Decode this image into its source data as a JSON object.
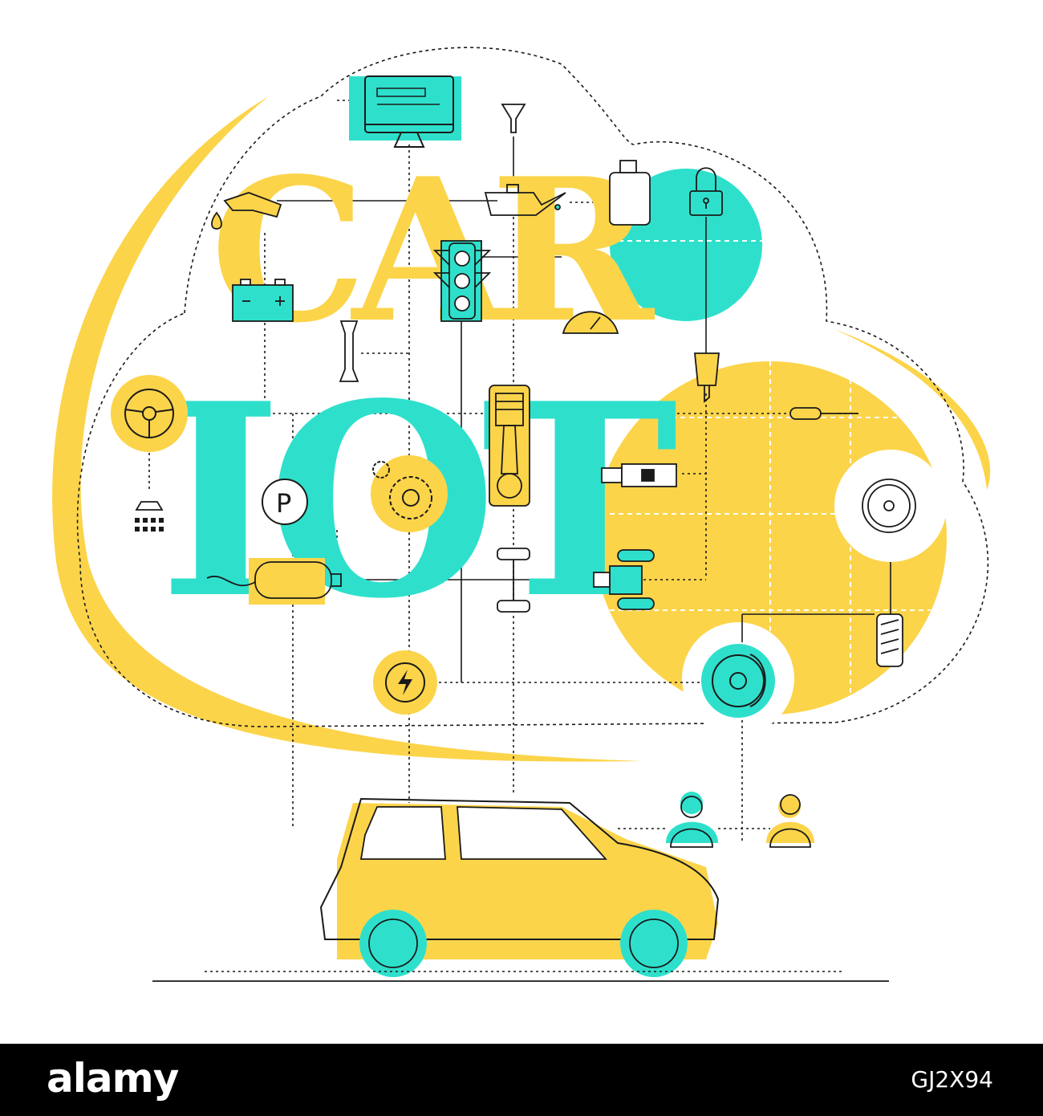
{
  "illustration": {
    "word_top": "CAR",
    "word_bottom": "IOT"
  },
  "colors": {
    "yellow": "#fcd44a",
    "teal": "#2ee0cc",
    "line": "#1a1a1a",
    "footer_bg": "#000000"
  },
  "icons": [
    "monitor-icon",
    "oil-funnel-icon",
    "oil-can-icon",
    "canister-icon",
    "padlock-icon",
    "fuel-nozzle-icon",
    "battery-icon",
    "traffic-light-icon",
    "speedometer-icon",
    "car-key-icon",
    "wrench-icon",
    "steering-wheel-icon",
    "piston-icon",
    "dipstick-icon",
    "gears-icon",
    "parking-icon",
    "seat-belt-icon",
    "wheel-rim-icon",
    "shower-icon",
    "exhaust-icon",
    "axle-icon",
    "transmission-icon",
    "tire-tread-icon",
    "lightning-icon",
    "brake-disc-icon",
    "woman-user-icon",
    "man-user-icon",
    "car-icon"
  ],
  "footer": {
    "logo": "alamy",
    "image_id": "GJ2X94"
  }
}
